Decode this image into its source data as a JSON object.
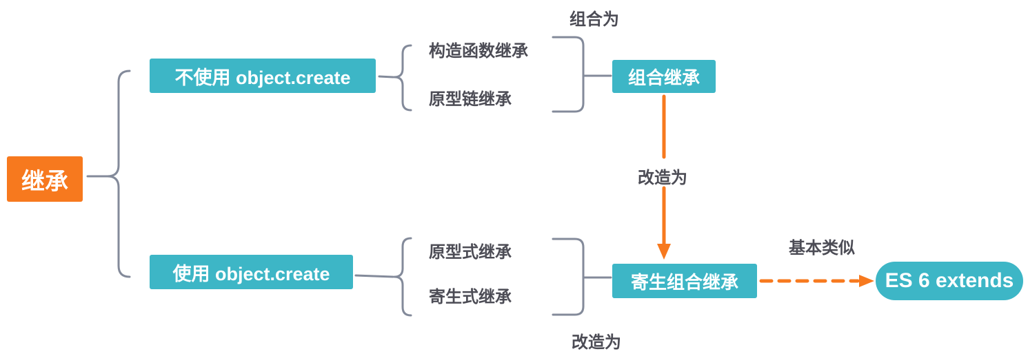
{
  "diagram": {
    "root_label": "继承",
    "top_branch": {
      "node_label": "不使用 object.create",
      "children": [
        "构造函数继承",
        "原型链继承"
      ],
      "merge_label": "组合为",
      "result_label": "组合继承"
    },
    "bottom_branch": {
      "node_label": "使用 object.create",
      "children": [
        "原型式继承",
        "寄生式继承"
      ],
      "merge_label": "改造为",
      "result_label": "寄生组合继承"
    },
    "refactor_edge_label": "改造为",
    "similar_edge_label": "基本类似",
    "final_label": "ES 6 extends"
  },
  "colors": {
    "node_teal": "#3db6c6",
    "accent_orange": "#f7791e",
    "line_gray": "#838a9a",
    "text_gray": "#4c4c55"
  }
}
